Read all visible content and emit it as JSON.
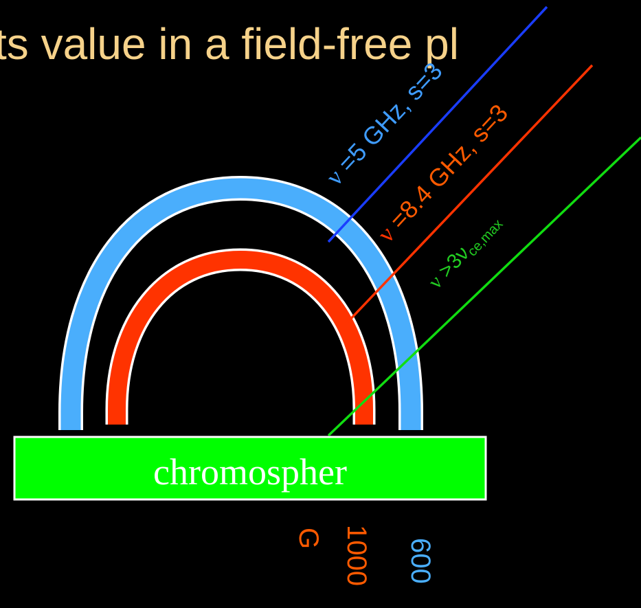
{
  "title": "ts value in a field-free pl",
  "colors": {
    "title": "#f6d28a",
    "outer_arc": "#4aaefc",
    "inner_arc": "#ff3300",
    "outline": "#ffffff",
    "base": "#00ff00",
    "line_blue": "#1a3dff",
    "line_red": "#ff3300",
    "line_green": "#11dd11",
    "label_blue": "#3f9cff",
    "label_red": "#ff5a00",
    "label_green": "#22cc22",
    "value_orange": "#ff5a00",
    "value_blue": "#4aaefc"
  },
  "base_label": "chromospher",
  "lines": {
    "blue": {
      "nu": "ν",
      "text": " =5  GHz, s=3"
    },
    "red": {
      "nu": "ν",
      "text": " =8.4  GHz, s=3"
    },
    "green": {
      "nu": "ν",
      "text": " >3ν",
      "sub": "ce,max"
    }
  },
  "field_values": {
    "unit": "G",
    "red": "1000",
    "blue": "600"
  }
}
